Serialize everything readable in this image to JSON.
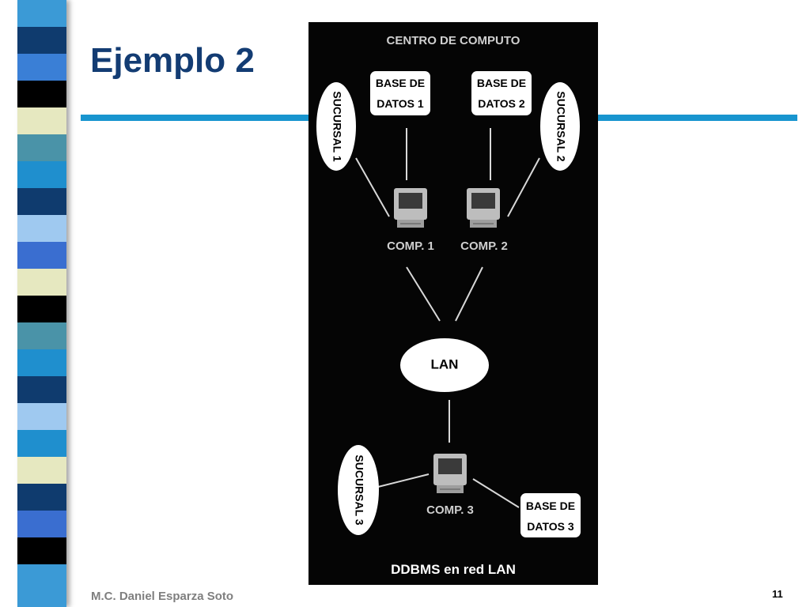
{
  "slide": {
    "title": "Ejemplo 2",
    "author": "M.C. Daniel Esparza Soto",
    "page_number": "11",
    "accent_color": "#1895cf",
    "title_color": "#133c73"
  },
  "diagram": {
    "header": "CENTRO DE COMPUTO",
    "footer": "DDBMS en red LAN",
    "nodes": {
      "sucursal_1": "SUCURSAL 1",
      "sucursal_2": "SUCURSAL 2",
      "sucursal_3": "SUCURSAL 3",
      "db1_line1": "BASE DE",
      "db1_line2": "DATOS 1",
      "db2_line1": "BASE DE",
      "db2_line2": "DATOS 2",
      "db3_line1": "BASE DE",
      "db3_line2": "DATOS 3",
      "comp_1": "COMP. 1",
      "comp_2": "COMP. 2",
      "comp_3": "COMP. 3",
      "lan": "LAN"
    }
  },
  "stripe_colors": [
    "#3b9ad6",
    "#0f3b6e",
    "#3a7fd6",
    "#000000",
    "#e6e8c0",
    "#4a93a8",
    "#1f8fce",
    "#0f3b6e",
    "#9fc9f0",
    "#3a6ed0",
    "#e6e8c0",
    "#000000",
    "#4a93a8",
    "#1f8fce",
    "#0f3b6e",
    "#9fc9f0",
    "#1f8fce",
    "#e6e8c0",
    "#0f3b6e",
    "#3a6ed0",
    "#000000",
    "#3b9ad6"
  ]
}
